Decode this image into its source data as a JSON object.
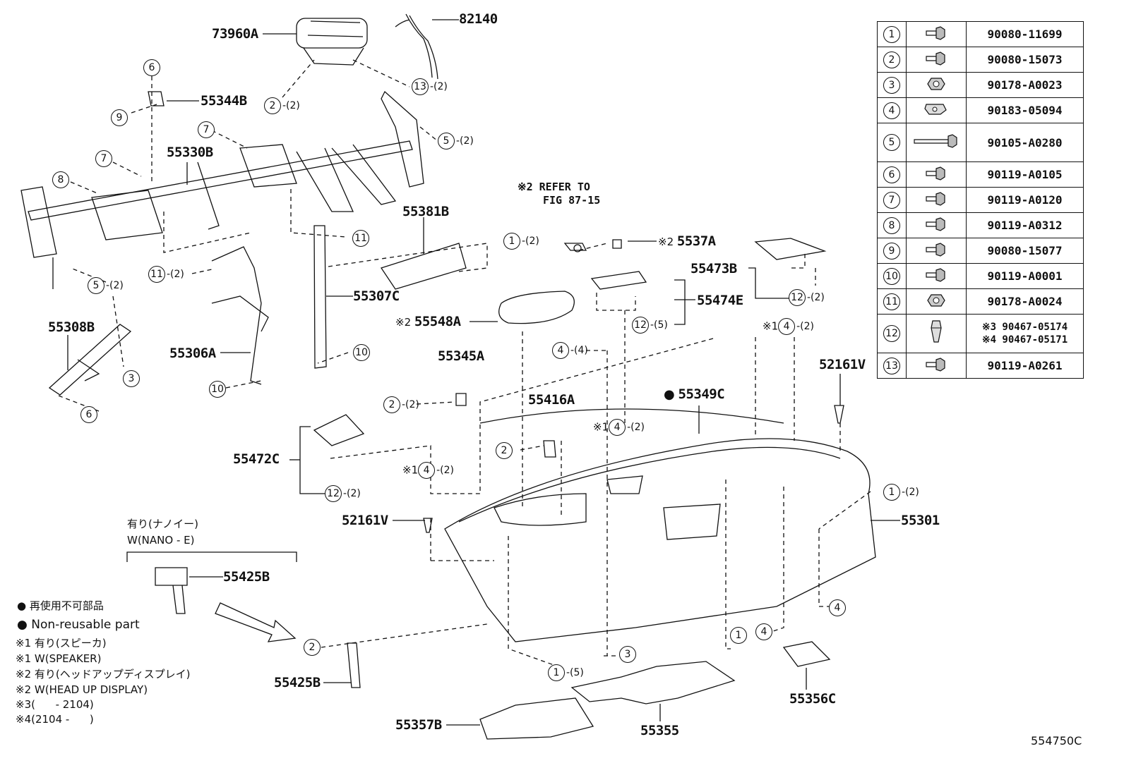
{
  "diagram_code": "554750C",
  "parts": {
    "p73960A": "73960A",
    "p82140": "82140",
    "p55344B": "55344B",
    "p55330B": "55330B",
    "p55381B": "55381B",
    "p55307C": "55307C",
    "p55308B": "55308B",
    "p55306A": "55306A",
    "p5537A": "5537A",
    "p55473B": "55473B",
    "p55474E": "55474E",
    "p55548A": "55548A",
    "p55345A": "55345A",
    "p55416A": "55416A",
    "p55349C": "55349C",
    "p52161V_right": "52161V",
    "p52161V_left": "52161V",
    "p55472C": "55472C",
    "p55425B_top": "55425B",
    "p55425B_bottom": "55425B",
    "p55301": "55301",
    "p55356C": "55356C",
    "p55357B": "55357B",
    "p55355": "55355"
  },
  "refer": {
    "mark": "※2",
    "line1": "REFER TO",
    "line2": "FIG 87-15"
  },
  "marks": {
    "m1": "※1",
    "m2": "※2",
    "dot": "●"
  },
  "callouts": {
    "c13q2": {
      "num": "13",
      "qty": "-(2)"
    },
    "c2q2_top": {
      "num": "2",
      "qty": "-(2)"
    },
    "c5q2_right": {
      "num": "5",
      "qty": "-(2)"
    },
    "c5q2_left": {
      "num": "5",
      "qty": "-(2)"
    },
    "c11q2": {
      "num": "11",
      "qty": "-(2)"
    },
    "c1q2_top": {
      "num": "1",
      "qty": "-(2)"
    },
    "c12q2_55473B": {
      "num": "12",
      "qty": "-(2)"
    },
    "c12q5": {
      "num": "12",
      "qty": "-(5)"
    },
    "c4q2_far": {
      "num": "4",
      "qty": "-(2)"
    },
    "c4q4": {
      "num": "4",
      "qty": "-(4)"
    },
    "c2q2_mid": {
      "num": "2",
      "qty": "-(2)"
    },
    "c4q2_mid": {
      "num": "4",
      "qty": "-(2)"
    },
    "c4q2_left": {
      "num": "4",
      "qty": "-(2)"
    },
    "c12q2_55472C": {
      "num": "12",
      "qty": "-(2)"
    },
    "c1q2_right": {
      "num": "1",
      "qty": "-(2)"
    },
    "c1q5": {
      "num": "1",
      "qty": "-(5)"
    },
    "c6_top": {
      "num": "6",
      "qty": ""
    },
    "c9": {
      "num": "9",
      "qty": ""
    },
    "c7_a": {
      "num": "7",
      "qty": ""
    },
    "c7_b": {
      "num": "7",
      "qty": ""
    },
    "c8": {
      "num": "8",
      "qty": ""
    },
    "c11": {
      "num": "11",
      "qty": ""
    },
    "c10_a": {
      "num": "10",
      "qty": ""
    },
    "c10_b": {
      "num": "10",
      "qty": ""
    },
    "c3_left": {
      "num": "3",
      "qty": ""
    },
    "c6_bottom": {
      "num": "6",
      "qty": ""
    },
    "c2_55416A": {
      "num": "2",
      "qty": ""
    },
    "c2_bottom": {
      "num": "2",
      "qty": ""
    },
    "c3_bottom": {
      "num": "3",
      "qty": ""
    },
    "c1_bottom": {
      "num": "1",
      "qty": ""
    },
    "c4_bottom": {
      "num": "4",
      "qty": ""
    },
    "c4_right": {
      "num": "4",
      "qty": ""
    }
  },
  "nano": {
    "jp": "有り(ナノイー)",
    "en": "W(NANO - E)"
  },
  "legend": {
    "non_reusable_jp": "再使用不可部品",
    "non_reusable_en": "Non-reusable part",
    "n1_jp": "※1 有り(スピーカ)",
    "n1_en": "※1 W(SPEAKER)",
    "n2_jp": "※2 有り(ヘッドアップディスプレイ)",
    "n2_en": "※2 W(HEAD UP DISPLAY)",
    "n3": "※3(      - 2104)",
    "n4": "※4(2104 -      )"
  },
  "fasteners": [
    {
      "num": "1",
      "icon": "bolt-icon",
      "part": "90080-11699"
    },
    {
      "num": "2",
      "icon": "bolt-icon",
      "part": "90080-15073"
    },
    {
      "num": "3",
      "icon": "nut-icon",
      "part": "90178-A0023"
    },
    {
      "num": "4",
      "icon": "clip-nut-icon",
      "part": "90183-05094"
    },
    {
      "num": "5",
      "icon": "long-bolt-icon",
      "part": "90105-A0280"
    },
    {
      "num": "6",
      "icon": "bolt-icon",
      "part": "90119-A0105"
    },
    {
      "num": "7",
      "icon": "bolt-icon",
      "part": "90119-A0120"
    },
    {
      "num": "8",
      "icon": "bolt-icon",
      "part": "90119-A0312"
    },
    {
      "num": "9",
      "icon": "bolt-icon",
      "part": "90080-15077"
    },
    {
      "num": "10",
      "icon": "bolt-icon",
      "part": "90119-A0001"
    },
    {
      "num": "11",
      "icon": "nut-icon",
      "part": "90178-A0024"
    },
    {
      "num": "12",
      "icon": "clip-icon",
      "part_a": "※3 90467-05174",
      "part_b": "※4 90467-05171"
    },
    {
      "num": "13",
      "icon": "bolt-icon",
      "part": "90119-A0261"
    }
  ]
}
